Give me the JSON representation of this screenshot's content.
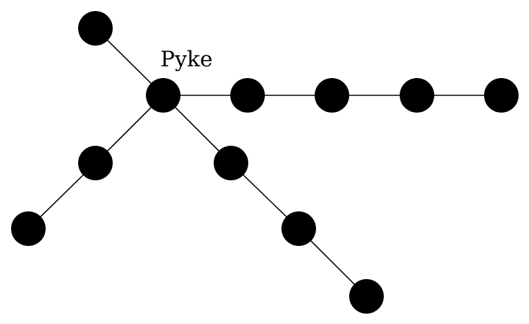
{
  "diagram": {
    "type": "tree",
    "labeled_node": {
      "id": "center",
      "label": "Pyke"
    },
    "nodes": [
      {
        "id": "center"
      },
      {
        "id": "upper-left"
      },
      {
        "id": "right-1"
      },
      {
        "id": "right-2"
      },
      {
        "id": "right-3"
      },
      {
        "id": "right-4"
      },
      {
        "id": "left-1"
      },
      {
        "id": "left-2"
      },
      {
        "id": "lower-right-1"
      },
      {
        "id": "lower-right-2"
      },
      {
        "id": "lower-right-3"
      }
    ],
    "edges": [
      {
        "from": "upper-left",
        "to": "center"
      },
      {
        "from": "center",
        "to": "right-1"
      },
      {
        "from": "right-1",
        "to": "right-2"
      },
      {
        "from": "right-2",
        "to": "right-3"
      },
      {
        "from": "right-3",
        "to": "right-4"
      },
      {
        "from": "center",
        "to": "left-1"
      },
      {
        "from": "left-1",
        "to": "left-2"
      },
      {
        "from": "center",
        "to": "lower-right-1"
      },
      {
        "from": "lower-right-1",
        "to": "lower-right-2"
      },
      {
        "from": "lower-right-2",
        "to": "lower-right-3"
      }
    ],
    "colors": {
      "node": "#000000",
      "edge": "#000000",
      "background": "#ffffff"
    }
  }
}
